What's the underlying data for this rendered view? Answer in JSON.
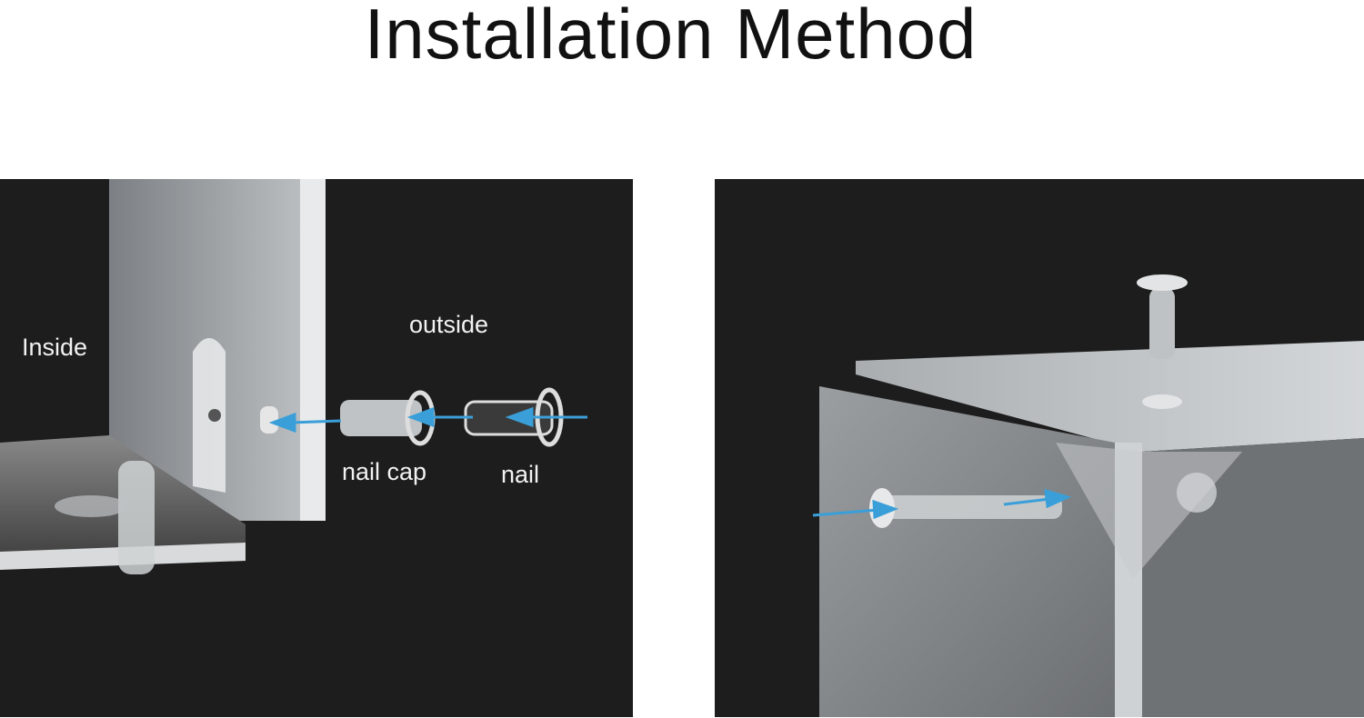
{
  "title": "Installation Method",
  "left_panel": {
    "labels": {
      "inside": "Inside",
      "outside": "outside",
      "nail_cap": "nail cap",
      "nail": "nail"
    }
  },
  "colors": {
    "background": "#1d1d1d",
    "arrow": "#3a9fd8",
    "acrylic": "#cfd3d6"
  }
}
